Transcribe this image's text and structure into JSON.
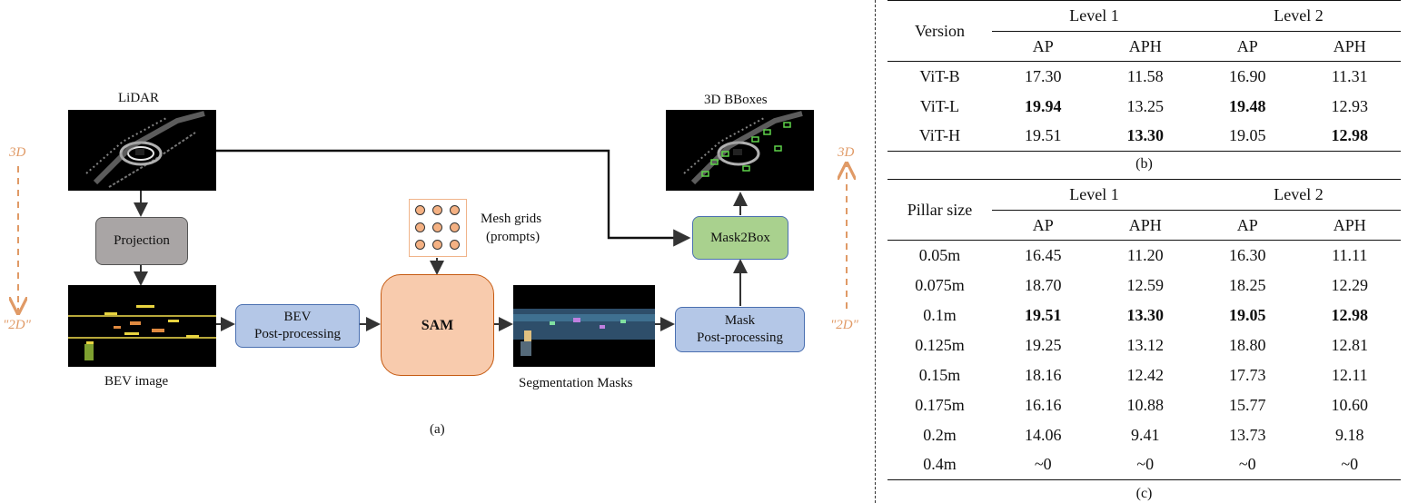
{
  "diagram": {
    "lidar_label": "LiDAR",
    "bev_image_label": "BEV image",
    "bboxes_label": "3D BBoxes",
    "seg_label": "Segmentation Masks",
    "projection": "Projection",
    "bev_post": [
      "BEV",
      "Post-processing"
    ],
    "sam": "SAM",
    "mask_post": [
      "Mask",
      "Post-processing"
    ],
    "mask2box": "Mask2Box",
    "mesh_grids": [
      "Mesh grids",
      "(prompts)"
    ],
    "left_side": {
      "top": "3D",
      "bottom": "\"2D\""
    },
    "right_side": {
      "top": "3D",
      "bottom": "\"2D\""
    },
    "caption": "(a)"
  },
  "table_b": {
    "row_header": "Version",
    "groups": [
      "Level 1",
      "Level 2"
    ],
    "subheaders": [
      "AP",
      "APH",
      "AP",
      "APH"
    ],
    "rows": [
      {
        "label": "ViT-B",
        "cells": [
          {
            "v": "17.30",
            "b": false
          },
          {
            "v": "11.58",
            "b": false
          },
          {
            "v": "16.90",
            "b": false
          },
          {
            "v": "11.31",
            "b": false
          }
        ]
      },
      {
        "label": "ViT-L",
        "cells": [
          {
            "v": "19.94",
            "b": true
          },
          {
            "v": "13.25",
            "b": false
          },
          {
            "v": "19.48",
            "b": true
          },
          {
            "v": "12.93",
            "b": false
          }
        ]
      },
      {
        "label": "ViT-H",
        "cells": [
          {
            "v": "19.51",
            "b": false
          },
          {
            "v": "13.30",
            "b": true
          },
          {
            "v": "19.05",
            "b": false
          },
          {
            "v": "12.98",
            "b": true
          }
        ]
      }
    ],
    "caption": "(b)"
  },
  "table_c": {
    "row_header": "Pillar size",
    "groups": [
      "Level 1",
      "Level 2"
    ],
    "subheaders": [
      "AP",
      "APH",
      "AP",
      "APH"
    ],
    "rows": [
      {
        "label": "0.05m",
        "cells": [
          {
            "v": "16.45",
            "b": false
          },
          {
            "v": "11.20",
            "b": false
          },
          {
            "v": "16.30",
            "b": false
          },
          {
            "v": "11.11",
            "b": false
          }
        ]
      },
      {
        "label": "0.075m",
        "cells": [
          {
            "v": "18.70",
            "b": false
          },
          {
            "v": "12.59",
            "b": false
          },
          {
            "v": "18.25",
            "b": false
          },
          {
            "v": "12.29",
            "b": false
          }
        ]
      },
      {
        "label": "0.1m",
        "cells": [
          {
            "v": "19.51",
            "b": true
          },
          {
            "v": "13.30",
            "b": true
          },
          {
            "v": "19.05",
            "b": true
          },
          {
            "v": "12.98",
            "b": true
          }
        ]
      },
      {
        "label": "0.125m",
        "cells": [
          {
            "v": "19.25",
            "b": false
          },
          {
            "v": "13.12",
            "b": false
          },
          {
            "v": "18.80",
            "b": false
          },
          {
            "v": "12.81",
            "b": false
          }
        ]
      },
      {
        "label": "0.15m",
        "cells": [
          {
            "v": "18.16",
            "b": false
          },
          {
            "v": "12.42",
            "b": false
          },
          {
            "v": "17.73",
            "b": false
          },
          {
            "v": "12.11",
            "b": false
          }
        ]
      },
      {
        "label": "0.175m",
        "cells": [
          {
            "v": "16.16",
            "b": false
          },
          {
            "v": "10.88",
            "b": false
          },
          {
            "v": "15.77",
            "b": false
          },
          {
            "v": "10.60",
            "b": false
          }
        ]
      },
      {
        "label": "0.2m",
        "cells": [
          {
            "v": "14.06",
            "b": false
          },
          {
            "v": "9.41",
            "b": false
          },
          {
            "v": "13.73",
            "b": false
          },
          {
            "v": "9.18",
            "b": false
          }
        ]
      },
      {
        "label": "0.4m",
        "cells": [
          {
            "v": "~0",
            "b": false
          },
          {
            "v": "~0",
            "b": false
          },
          {
            "v": "~0",
            "b": false
          },
          {
            "v": "~0",
            "b": false
          }
        ]
      }
    ],
    "caption": "(c)"
  },
  "colors": {
    "accent_orange": "#e09a66",
    "sam_fill": "#f8cbad",
    "blue_box": "#b4c7e7",
    "green_box": "#a9d18e",
    "gray_box": "#a9a5a5"
  }
}
